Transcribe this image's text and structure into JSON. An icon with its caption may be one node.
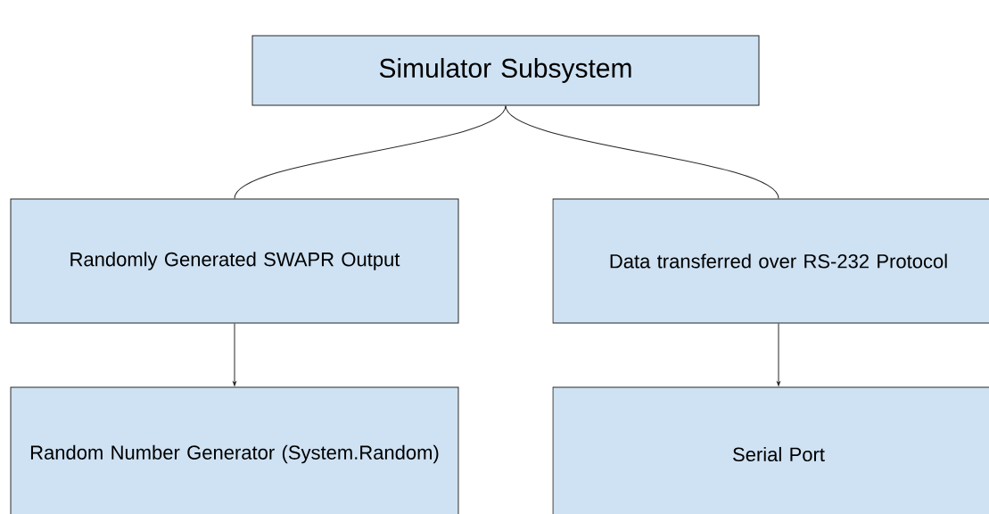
{
  "diagram": {
    "nodes": [
      {
        "text": [
          "Simulator Subsystem"
        ]
      },
      {
        "text": [
          "Randomly Generated SWAPR Output"
        ]
      },
      {
        "text": [
          "Data transferred over RS-232 Protocol"
        ]
      },
      {
        "text": [
          "Random Number Generator (System.Random)"
        ]
      },
      {
        "text": [
          "Serial Port"
        ]
      }
    ],
    "edges": [
      {
        "from": 0,
        "to": 1,
        "arrow": "none"
      },
      {
        "from": 0,
        "to": 2,
        "arrow": "none"
      },
      {
        "from": 1,
        "to": 3,
        "arrow": "to"
      },
      {
        "from": 2,
        "to": 4,
        "arrow": "to"
      }
    ]
  }
}
